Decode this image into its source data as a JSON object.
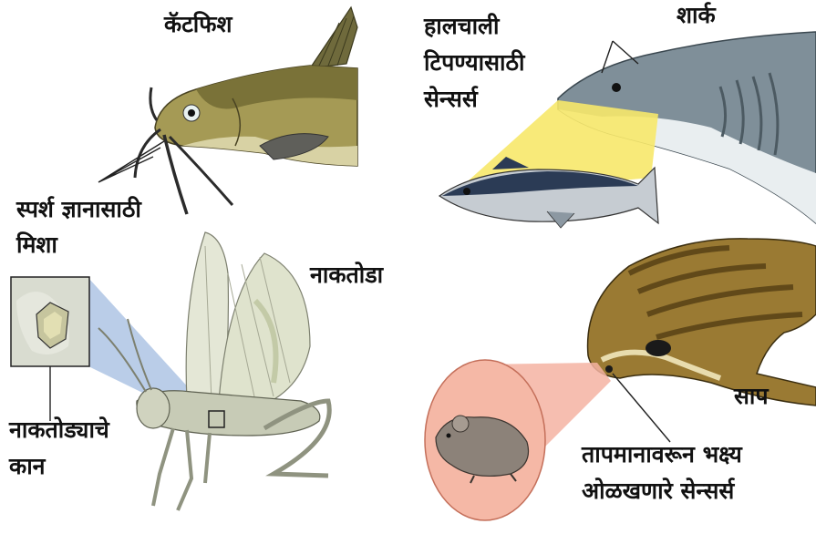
{
  "labels": {
    "catfish": "कॅटफिश",
    "whiskers_line1": "स्पर्श ज्ञानासाठी",
    "whiskers_line2": "मिशा",
    "shark": "शार्क",
    "shark_sensor_line1": "हालचाली",
    "shark_sensor_line2": "टिपण्यासाठी",
    "shark_sensor_line3": "सेन्सर्स",
    "grasshopper": "नाकतोडा",
    "grasshopper_ear_line1": "नाकतोड्याचे",
    "grasshopper_ear_line2": "कान",
    "snake": "साप",
    "snake_sensor_line1": "तापमानावरून भक्ष्य",
    "snake_sensor_line2": "ओळखणारे सेन्सर्स"
  },
  "colors": {
    "catfish_body": "#a59a55",
    "shark_body": "#7f8f99",
    "shark_belly": "#e9eef0",
    "sensor_cone": "#f7e86a",
    "grasshopper": "#d6dcc4",
    "snake_body": "#9a7a33",
    "heat_cone": "#f4b3a2",
    "ear_cone": "#aec4e4"
  }
}
